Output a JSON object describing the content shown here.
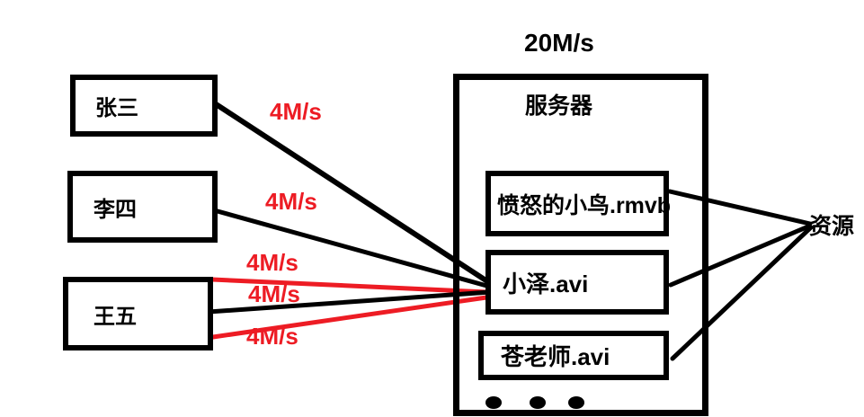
{
  "diagram": {
    "title_note": "",
    "colors": {
      "background": "#ffffff",
      "stroke_black": "#000000",
      "stroke_red": "#ed1c24"
    },
    "clients": [
      {
        "label": "张三"
      },
      {
        "label": "李四"
      },
      {
        "label": "王五"
      }
    ],
    "server": {
      "label": "服务器",
      "bandwidth_label": "20M/s",
      "files": [
        {
          "label": "愤怒的小鸟.rmvb"
        },
        {
          "label": "小泽.avi"
        },
        {
          "label": "苍老师.avi"
        }
      ]
    },
    "resources_label": "资源",
    "connections": [
      {
        "from": "张三",
        "to": "小泽.avi",
        "speed": "4M/s",
        "color": "black"
      },
      {
        "from": "李四",
        "to": "小泽.avi",
        "speed": "4M/s",
        "color": "black"
      },
      {
        "from": "王五",
        "to": "小泽.avi",
        "speed": "4M/s",
        "color": "red"
      },
      {
        "from": "王五",
        "to": "小泽.avi",
        "speed": "4M/s",
        "color": "black"
      },
      {
        "from": "王五",
        "to": "小泽.avi",
        "speed": "4M/s",
        "color": "red"
      }
    ]
  }
}
